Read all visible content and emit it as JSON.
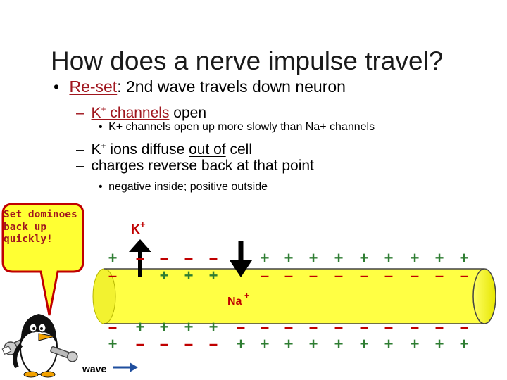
{
  "slide": {
    "title": "How does a nerve impulse travel?",
    "bullet1": {
      "bullet": "•",
      "term": "Re-set",
      "rest": ": 2nd wave travels down neuron"
    },
    "sub1": {
      "dash": "–",
      "k": "K",
      "sup": "+",
      "term": " channels",
      "rest": " open"
    },
    "sub1_note": {
      "bullet": "•",
      "text": "K+ channels open up more slowly than Na+ channels"
    },
    "sub2": {
      "dash": "–",
      "k": "K",
      "sup": "+",
      "pre": " ions diffuse ",
      "under": "out of",
      "post": " cell"
    },
    "sub3": {
      "dash": "–",
      "text": "charges reverse back at that point"
    },
    "sub3_note": {
      "bullet": "•",
      "neg": "negative",
      "mid": " inside; ",
      "pos": "positive",
      "post": " outside"
    }
  },
  "diagram": {
    "k_label": "K",
    "k_sup": "+",
    "na_label": "Na",
    "na_sup": "+",
    "wave_label": "wave",
    "plus": "+",
    "minus": "–",
    "top_outer": [
      "+",
      "–",
      "–",
      "–",
      "–",
      "",
      "+",
      "+",
      "+",
      "+",
      "+",
      "+",
      "+",
      "+",
      "+"
    ],
    "top_inner": [
      "–",
      "",
      "+",
      "+",
      "+",
      "",
      "–",
      "–",
      "–",
      "–",
      "–",
      "–",
      "–",
      "–",
      "–"
    ],
    "bottom_inner": [
      "–",
      "+",
      "+",
      "+",
      "+",
      "–",
      "–",
      "–",
      "–",
      "–",
      "–",
      "–",
      "–",
      "–",
      "–"
    ],
    "bottom_outer": [
      "+",
      "–",
      "–",
      "–",
      "–",
      "+",
      "+",
      "+",
      "+",
      "+",
      "+",
      "+",
      "+",
      "+",
      "+"
    ],
    "colors": {
      "axon": "#ffff44",
      "plus": "#2e7d32",
      "minus": "#c00000",
      "callout": "#ffff33",
      "arrow": "#1f4e9e"
    }
  },
  "callout": {
    "text": "Set dominoes back up quickly!"
  }
}
